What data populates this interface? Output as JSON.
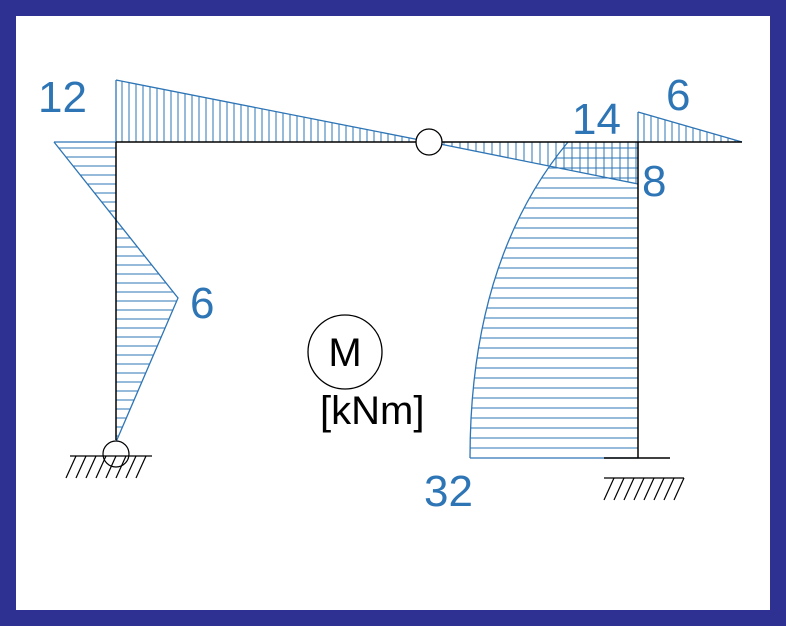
{
  "diagram": {
    "quantity_symbol": "M",
    "unit": "[kNm]",
    "values": {
      "top_left_beam": "12",
      "left_column_top": "",
      "left_column_mid": "6",
      "hinge_right_beam": "14",
      "right_beam_bottom": "8",
      "cantilever": "6",
      "right_column_base": "32"
    }
  },
  "colors": {
    "border": "#2e3192",
    "diagram_line": "#2e75b6",
    "label": "#2e75b6",
    "structure": "#000000"
  }
}
